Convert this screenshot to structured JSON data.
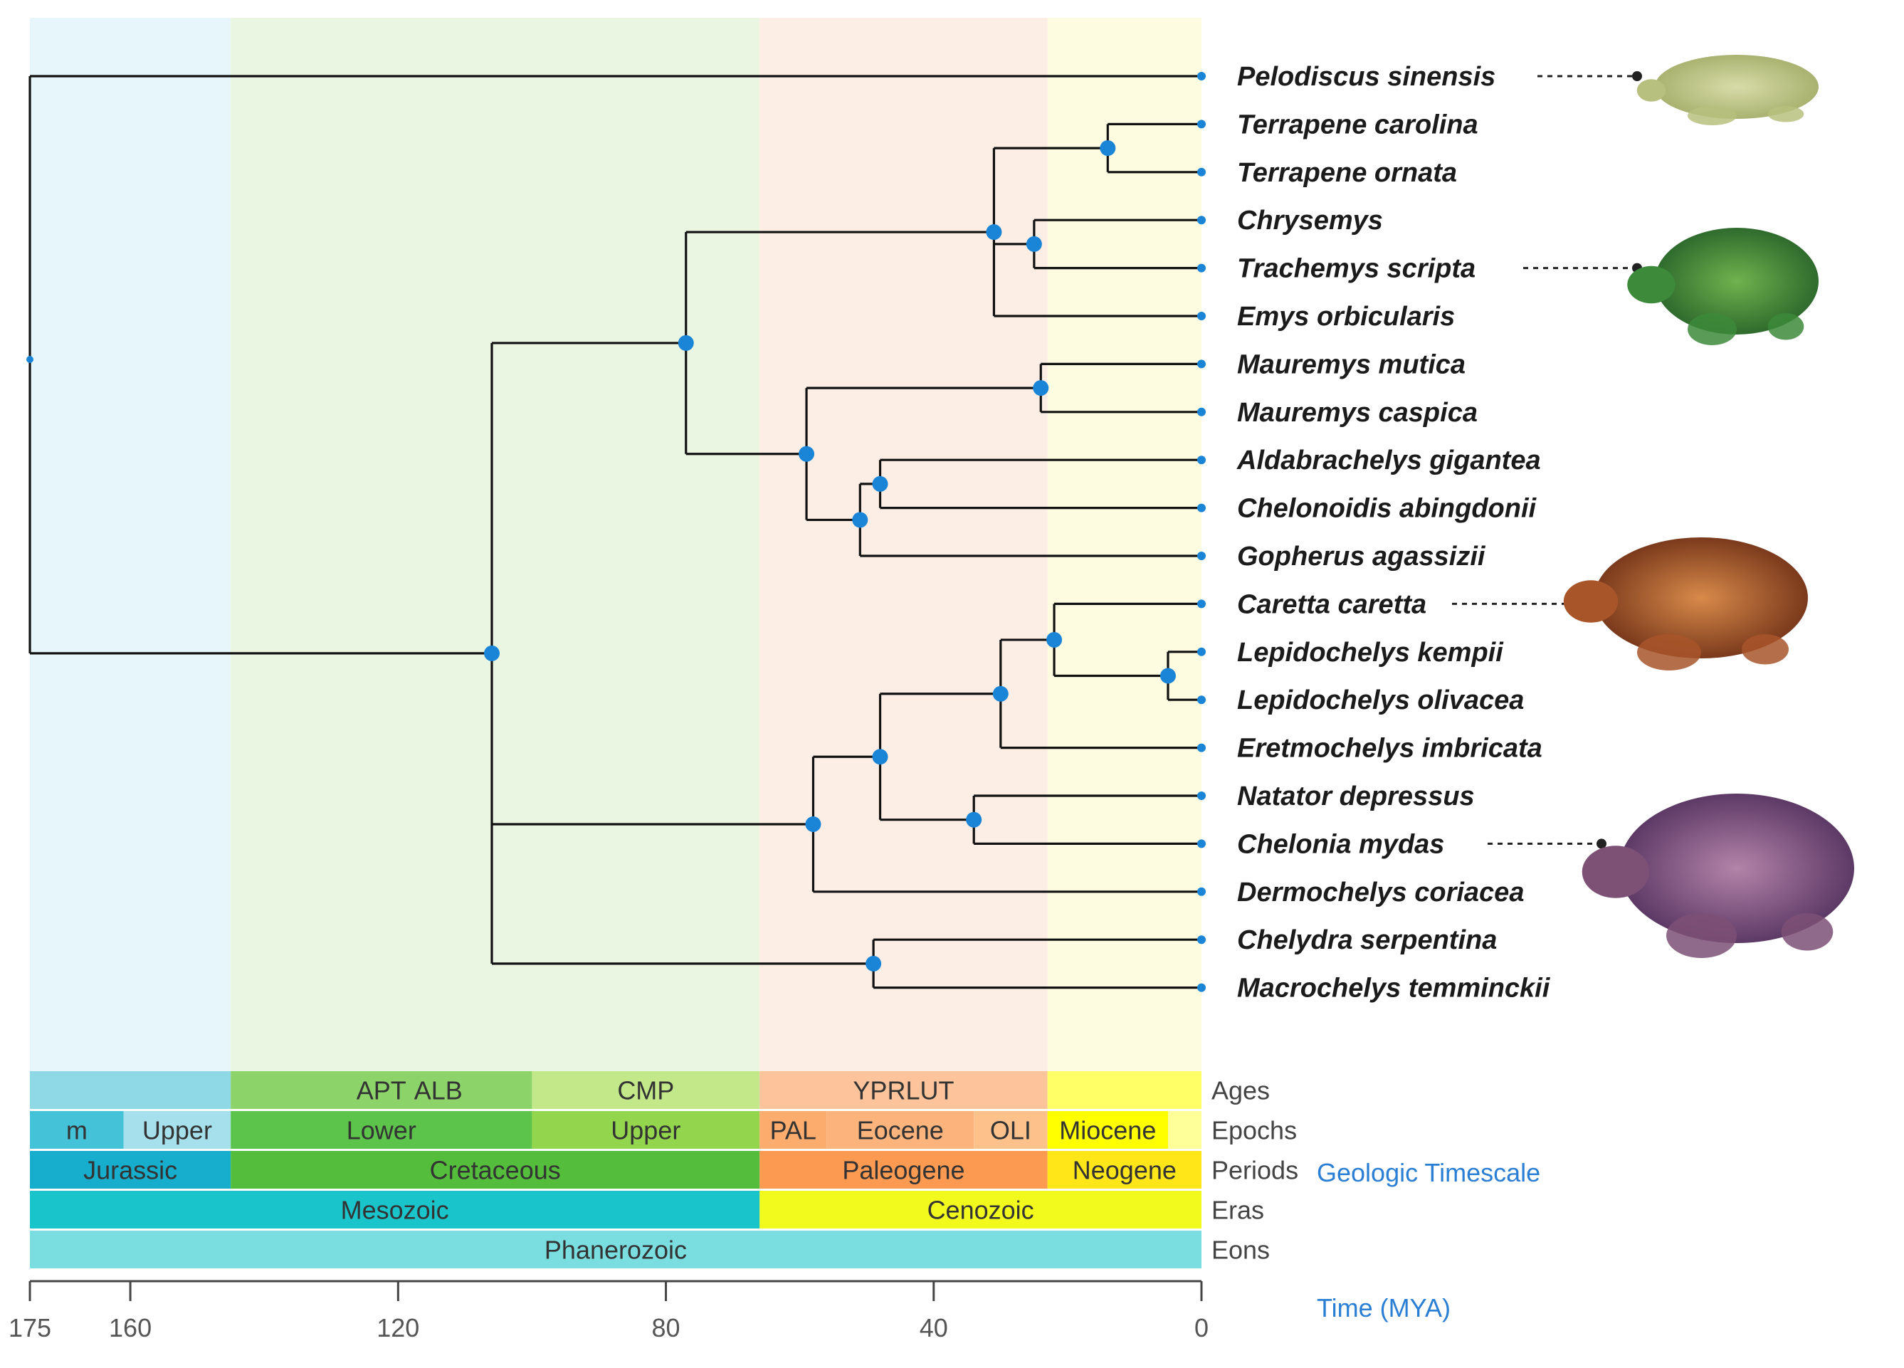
{
  "taxa": [
    "Pelodiscus sinensis",
    "Terrapene carolina",
    "Terrapene ornata",
    "Chrysemys",
    "Trachemys scripta",
    "Emys orbicularis",
    "Mauremys mutica",
    "Mauremys caspica",
    "Aldabrachelys gigantea",
    "Chelonoidis abingdonii",
    "Gopherus agassizii",
    "Caretta caretta",
    "Lepidochelys kempii",
    "Lepidochelys olivacea",
    "Eretmochelys imbricata",
    "Natator depressus",
    "Chelonia mydas",
    "Dermochelys coriacea",
    "Chelydra serpentina",
    "Macrochelys temminckii"
  ],
  "tree": {
    "age": 175,
    "children": [
      {
        "leaf": 0
      },
      {
        "age": 106,
        "children": [
          {
            "age": 77,
            "children": [
              {
                "age": 31,
                "children": [
                  {
                    "age": 14,
                    "children": [
                      {
                        "leaf": 1
                      },
                      {
                        "leaf": 2
                      }
                    ]
                  },
                  {
                    "age": 25,
                    "children": [
                      {
                        "leaf": 3
                      },
                      {
                        "leaf": 4
                      }
                    ]
                  },
                  {
                    "leaf": 5
                  }
                ]
              },
              {
                "age": 59,
                "children": [
                  {
                    "age": 24,
                    "children": [
                      {
                        "leaf": 6
                      },
                      {
                        "leaf": 7
                      }
                    ]
                  },
                  {
                    "age": 51,
                    "children": [
                      {
                        "age": 48,
                        "children": [
                          {
                            "leaf": 8
                          },
                          {
                            "leaf": 9
                          }
                        ]
                      },
                      {
                        "leaf": 10
                      }
                    ]
                  }
                ]
              }
            ]
          },
          {
            "age": 58,
            "children": [
              {
                "age": 48,
                "children": [
                  {
                    "age": 30,
                    "children": [
                      {
                        "age": 22,
                        "children": [
                          {
                            "leaf": 11
                          },
                          {
                            "age": 5,
                            "children": [
                              {
                                "leaf": 12
                              },
                              {
                                "leaf": 13
                              }
                            ]
                          }
                        ]
                      },
                      {
                        "leaf": 14
                      }
                    ]
                  },
                  {
                    "age": 34,
                    "children": [
                      {
                        "leaf": 15
                      },
                      {
                        "leaf": 16
                      }
                    ]
                  }
                ]
              },
              {
                "leaf": 17
              }
            ]
          },
          {
            "age": 49,
            "children": [
              {
                "leaf": 18
              },
              {
                "leaf": 19
              }
            ]
          }
        ]
      }
    ]
  },
  "timescale": {
    "rows": [
      {
        "label": "Ages",
        "segments": [
          {
            "start": 175,
            "end": 145,
            "name": "",
            "color": "#8fd8e6"
          },
          {
            "start": 145,
            "end": 100,
            "name": "APT",
            "color": "#8cd36a"
          },
          {
            "start": 100,
            "end": 66,
            "name": "CMP",
            "color": "#c3e88a"
          },
          {
            "start": 66,
            "end": 23,
            "name": "YPRLUT",
            "color": "#fdc39a"
          },
          {
            "start": 23,
            "end": 0,
            "name": "",
            "color": "#ffff66"
          }
        ],
        "extra_labels": [
          {
            "at": 114,
            "name": "ALB"
          }
        ]
      },
      {
        "label": "Epochs",
        "segments": [
          {
            "start": 175,
            "end": 161,
            "name": "m",
            "color": "#43c2d8"
          },
          {
            "start": 161,
            "end": 145,
            "name": "Upper",
            "color": "#a6e0ec"
          },
          {
            "start": 145,
            "end": 100,
            "name": "Lower",
            "color": "#5cc44a"
          },
          {
            "start": 100,
            "end": 66,
            "name": "Upper",
            "color": "#93d64e"
          },
          {
            "start": 66,
            "end": 56,
            "name": "PAL",
            "color": "#fcac6c"
          },
          {
            "start": 56,
            "end": 34,
            "name": "Eocene",
            "color": "#fcb47c"
          },
          {
            "start": 34,
            "end": 23,
            "name": "OLI",
            "color": "#fdc28c"
          },
          {
            "start": 23,
            "end": 5,
            "name": "Miocene",
            "color": "#ffff00"
          },
          {
            "start": 5,
            "end": 0,
            "name": "",
            "color": "#ffff99"
          }
        ]
      },
      {
        "label": "Periods",
        "segments": [
          {
            "start": 175,
            "end": 145,
            "name": "Jurassic",
            "color": "#16aecc"
          },
          {
            "start": 145,
            "end": 66,
            "name": "Cretaceous",
            "color": "#54bd3c"
          },
          {
            "start": 66,
            "end": 23,
            "name": "Paleogene",
            "color": "#fd9a52"
          },
          {
            "start": 23,
            "end": 0,
            "name": "Neogene",
            "color": "#ffe619"
          }
        ]
      },
      {
        "label": "Eras",
        "segments": [
          {
            "start": 175,
            "end": 66,
            "name": "Mesozoic",
            "color": "#19c5cb"
          },
          {
            "start": 66,
            "end": 0,
            "name": "Cenozoic",
            "color": "#f2f91d"
          }
        ]
      },
      {
        "label": "Eons",
        "segments": [
          {
            "start": 175,
            "end": 0,
            "name": "Phanerozoic",
            "color": "#7adde0"
          }
        ]
      }
    ],
    "title": "Geologic Timescale"
  },
  "axis": {
    "label": "Time (MYA)",
    "ticks": [
      175,
      160,
      120,
      80,
      40,
      0
    ],
    "range": [
      175,
      0
    ]
  },
  "colors": {
    "node": "#1a84d6",
    "branch": "#111111",
    "accent": "#2a7fd4"
  },
  "photos": [
    {
      "taxon": 0,
      "icon": "softshell-turtle-photo",
      "color": "#b7c07e"
    },
    {
      "taxon": 4,
      "icon": "red-eared-slider-photo",
      "color": "#3c8a3a"
    },
    {
      "taxon": 11,
      "icon": "loggerhead-sea-turtle-photo",
      "color": "#a8552a"
    },
    {
      "taxon": 16,
      "icon": "green-sea-turtle-photo",
      "color": "#7d5075"
    }
  ]
}
